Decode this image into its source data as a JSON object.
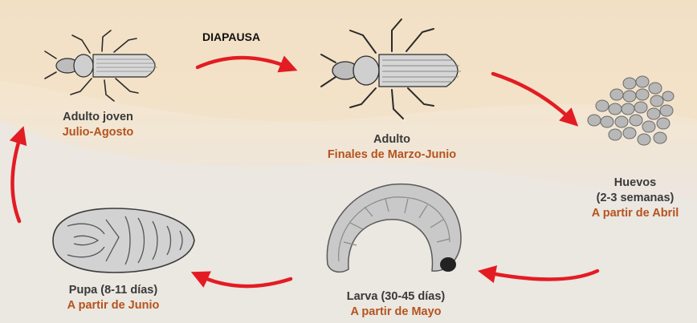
{
  "stages": {
    "adult_young": {
      "name": "Adulto joven",
      "period": "Julio-Agosto"
    },
    "adult": {
      "name": "Adulto",
      "period": "Finales de Marzo-Junio"
    },
    "eggs": {
      "name": "Huevos",
      "detail": "(2-3 semanas)",
      "period": "A partir de Abril"
    },
    "larva": {
      "name": "Larva (30-45 días)",
      "period": "A partir de Mayo"
    },
    "pupa": {
      "name": "Pupa (8-11 días)",
      "period": "A partir de Junio"
    }
  },
  "diapause_label": "DIAPAUSA",
  "colors": {
    "arrow": "#e31c23",
    "stage_name": "#3a3a3a",
    "period": "#b5531d",
    "background_top": "#f3e2c9",
    "background_bottom": "#eae7e2"
  },
  "icons": [
    "weevil-adult-young-icon",
    "weevil-adult-icon",
    "eggs-cluster-icon",
    "larva-icon",
    "pupa-icon",
    "cycle-arrow-icon"
  ]
}
